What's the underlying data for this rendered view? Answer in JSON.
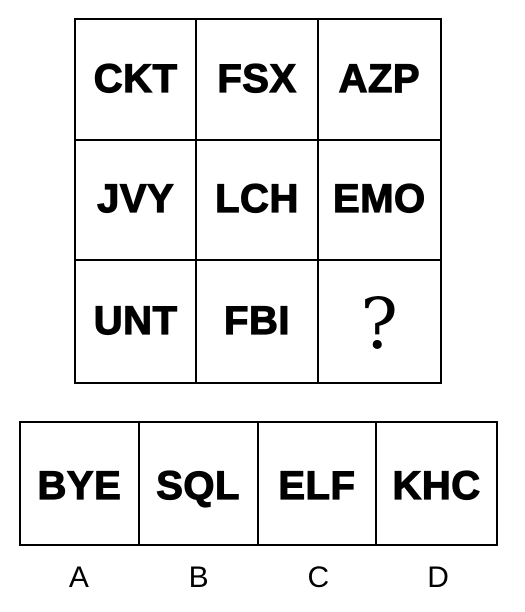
{
  "puzzle": {
    "grid": [
      [
        "CKT",
        "FSX",
        "AZP"
      ],
      [
        "JVY",
        "LCH",
        "EMO"
      ],
      [
        "UNT",
        "FBI",
        "?"
      ]
    ]
  },
  "options": [
    {
      "letter": "A",
      "text": "BYE"
    },
    {
      "letter": "B",
      "text": "SQL"
    },
    {
      "letter": "C",
      "text": "ELF"
    },
    {
      "letter": "D",
      "text": "KHC"
    }
  ]
}
